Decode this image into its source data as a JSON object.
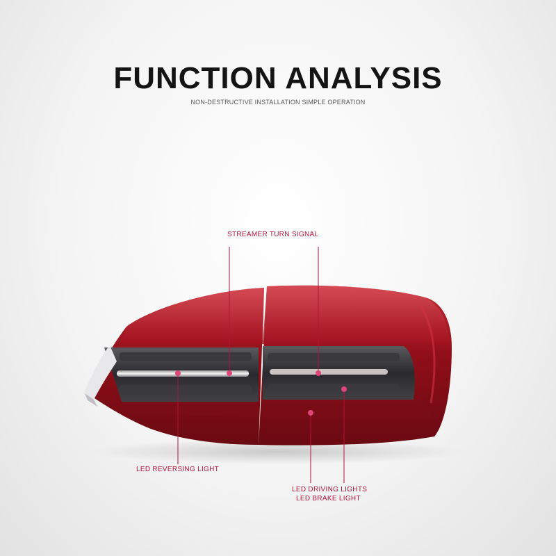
{
  "header": {
    "title": "FUNCTION ANALYSIS",
    "subtitle": "NON-DESTRUCTIVE INSTALLATION SIMPLE OPERATION"
  },
  "callouts": {
    "streamer": "STREAMER TURN SIGNAL",
    "reversing": "LED REVERSING LIGHT",
    "driving": "LED DRIVING LIGHTS",
    "brake": "LED BRAKE LIGHT"
  },
  "colors": {
    "accent": "#b4123a",
    "lens_red": "#a1111d",
    "title": "#141414"
  }
}
